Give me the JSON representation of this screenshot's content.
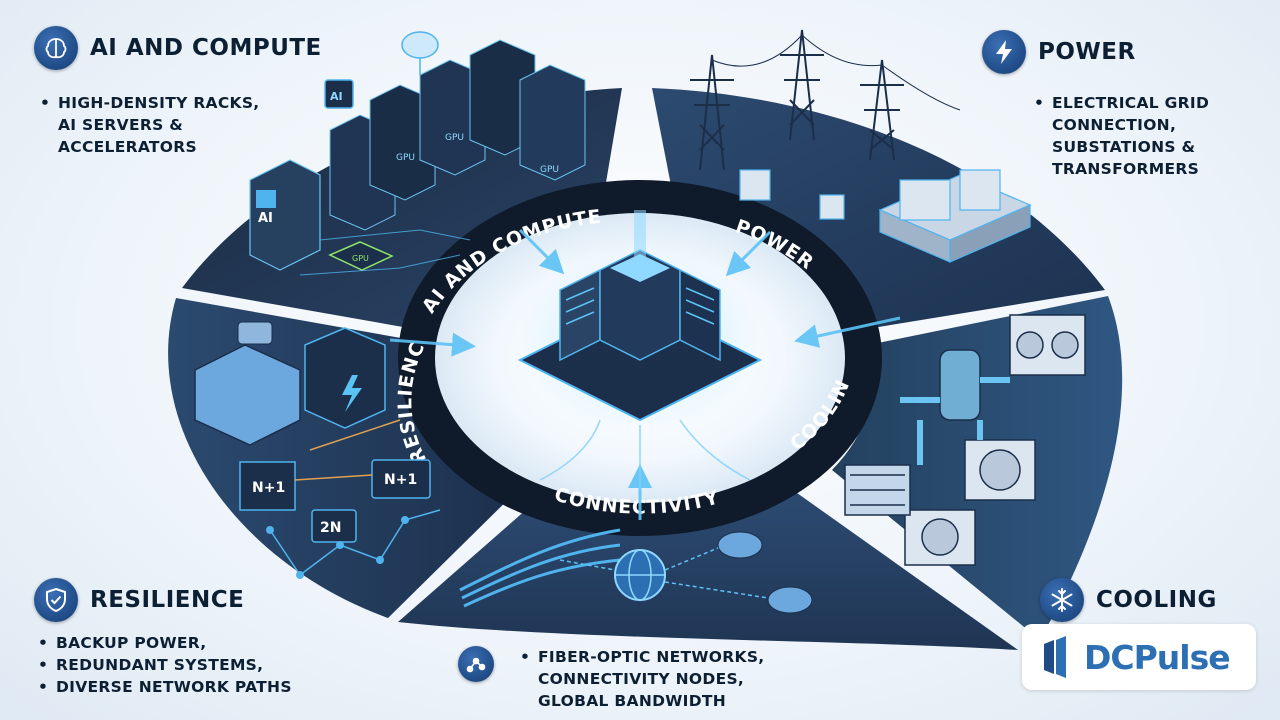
{
  "sections": {
    "ai": {
      "heading": "AI AND COMPUTE",
      "ring_label": "AI AND COMPUTE",
      "icon": "brain-icon",
      "bullets": [
        "HIGH-DENSITY RACKS,",
        "AI SERVERS &",
        "ACCELERATORS"
      ],
      "rack_labels": [
        "AI",
        "GPU",
        "GPU",
        "GPU",
        "GPU",
        "AI"
      ]
    },
    "power": {
      "heading": "POWER",
      "ring_label": "POWER",
      "icon": "lightning-icon",
      "bullets": [
        "ELECTRICAL GRID",
        "CONNECTION,",
        "SUBSTATIONS &",
        "TRANSFORMERS"
      ]
    },
    "cooling": {
      "heading": "COOLING",
      "ring_label": "COOLING",
      "icon": "snowflake-icon"
    },
    "connectivity": {
      "ring_label": "CONNECTIVITY",
      "icon": "network-nodes-icon",
      "bullets": [
        "FIBER-OPTIC NETWORKS,",
        "CONNECTIVITY NODES,",
        "GLOBAL BANDWIDTH"
      ]
    },
    "resilience": {
      "heading": "RESILIENCE",
      "ring_label": "RESILIENCE",
      "icon": "shield-check-icon",
      "bullets": [
        "BACKUP POWER,",
        "REDUNDANT SYSTEMS,",
        "DIVERSE NETWORK PATHS"
      ],
      "node_labels": [
        "N+1",
        "N+1",
        "2N"
      ]
    }
  },
  "logo": {
    "text": "DCPulse"
  },
  "colors": {
    "dark_navy": "#1b2e4a",
    "mid_navy": "#2c4566",
    "accent_blue": "#3ea6e8",
    "glow": "#8fd8ff",
    "text": "#0d1f33",
    "icon_circle": "#1f4b86",
    "logo_blue": "#2d6fb3"
  }
}
